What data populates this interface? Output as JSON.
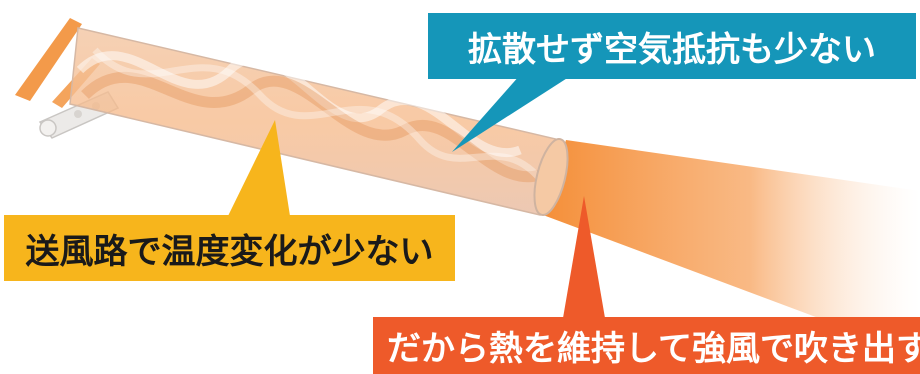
{
  "callouts": {
    "top": "拡散せず空気抵抗も少ない",
    "left": "送風路で温度変化が少ない",
    "bottom": "だから熱を維持して強風で吹き出す"
  },
  "colors": {
    "top_callout": "#1596b9",
    "left_callout": "#f7b51c",
    "bottom_callout": "#ee5a2a",
    "airflow": "#f39a4a"
  },
  "icons": {
    "dryer_nozzle": "dryer-nozzle-icon"
  }
}
